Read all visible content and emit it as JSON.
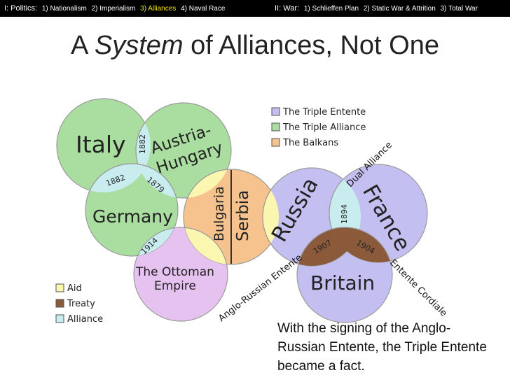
{
  "topbar": {
    "politics": {
      "heading": "I: Politics:",
      "items": [
        {
          "label": "1) Nationalism",
          "active": false
        },
        {
          "label": "2) Imperialism",
          "active": false
        },
        {
          "label": "3) Alliances",
          "active": true
        },
        {
          "label": "4) Naval Race",
          "active": false
        }
      ]
    },
    "war": {
      "heading": "II: War:",
      "items": [
        {
          "label": "1) Schlieffen Plan",
          "active": false
        },
        {
          "label": "2) Static War & Attrition",
          "active": false
        },
        {
          "label": "3) Total War",
          "active": false
        }
      ]
    }
  },
  "title": {
    "before": "A ",
    "emphasis": "System",
    "after": " of Alliances, Not One"
  },
  "legend_groups": [
    "The Triple Entente",
    "The Triple Alliance",
    "The Balkans"
  ],
  "legend_links": [
    "Aid",
    "Treaty",
    "Alliance"
  ],
  "countries": {
    "italy": "Italy",
    "austria_line1": "Austria-",
    "austria_line2": "Hungary",
    "germany": "Germany",
    "ottoman_line1": "The Ottoman",
    "ottoman_line2": "Empire",
    "bulgaria": "Bulgaria",
    "serbia": "Serbia",
    "russia": "Russia",
    "france": "France",
    "britain": "Britain"
  },
  "years": {
    "italy_austria": "1882",
    "italy_germany": "1882",
    "austria_germany": "1879",
    "germany_ottoman": "1914",
    "russia_france": "1894",
    "russia_britain": "1907",
    "france_britain": "1904"
  },
  "annotations": {
    "dual_alliance": "Dual Alliance",
    "anglo_russian": "Anglo-Russian Entente",
    "entente_cordiale": "Entente Cordiale"
  },
  "caption": "With the signing of the Anglo-Russian Entente, the Triple Entente became a fact.",
  "colors": {
    "entente": "#c3c0f1",
    "alliance": "#a9dea0",
    "balkans": "#f6c38f",
    "aid": "#fbf7b0",
    "treaty": "#8a5a3a",
    "alliance_link": "#c9ecef",
    "ottoman": "#e6c2f0"
  }
}
